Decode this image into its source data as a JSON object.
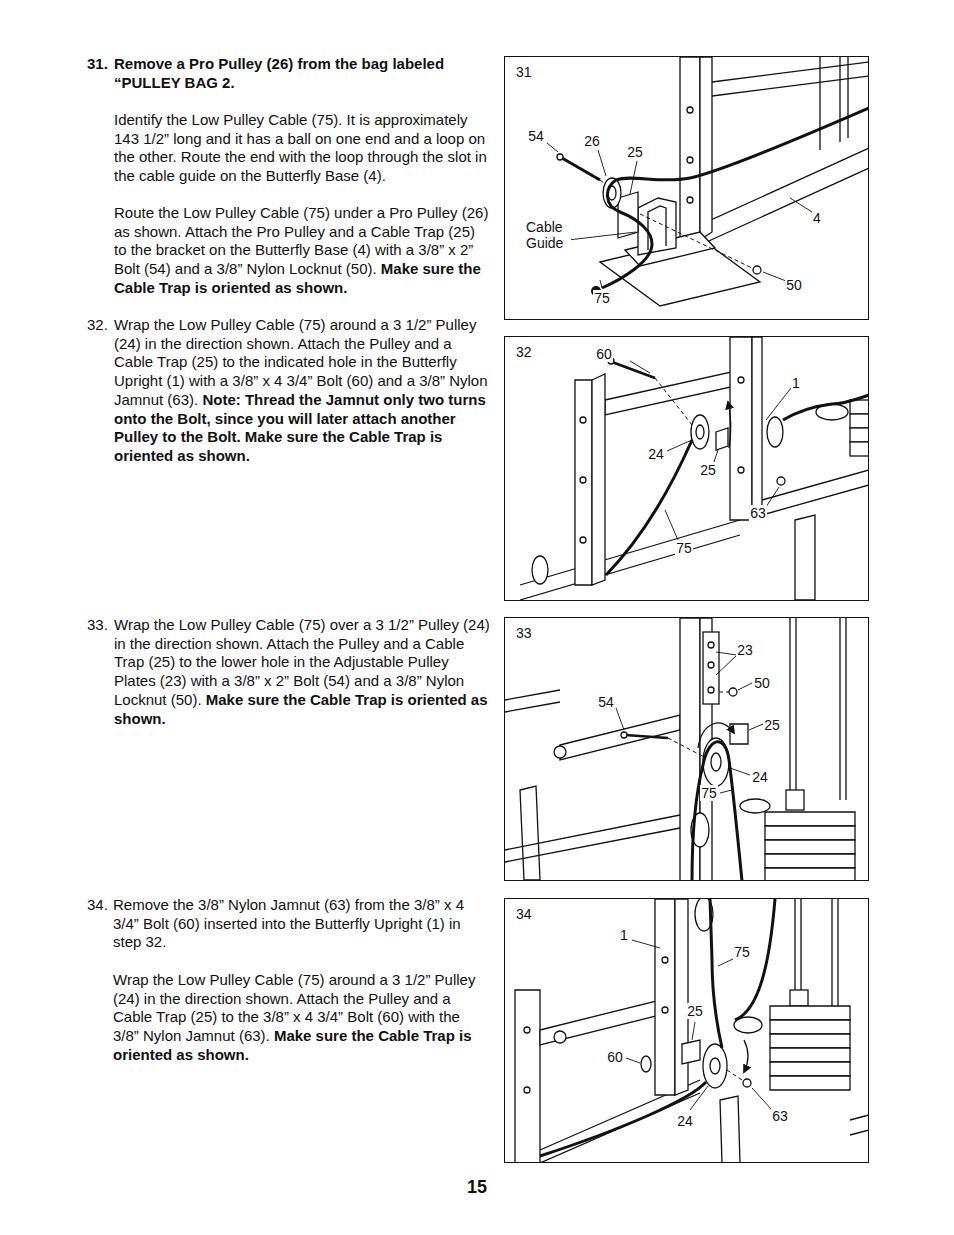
{
  "diagram": {
    "nodes": [
      {
        "text": [
          "31"
        ]
      },
      {
        "text": [
          "32"
        ]
      },
      {
        "text": [
          "33"
        ]
      },
      {
        "text": [
          "34"
        ]
      }
    ],
    "labels": [
      "31.",
      "Remove a Pro Pulley (26) from the bag labeled “PULLEY BAG 2.",
      "Identify the Low Pulley Cable (75). It is approximately 143 1/2” long and it has a ball on one end and a loop on the other. Route the end with the loop through the slot in the cable guide on the Butterfly Base (4).",
      "Route the Low Pulley Cable (75) under a Pro Pulley (26) as shown. Attach the Pro Pulley and a Cable Trap (25) to the bracket on the Butterfly Base (4) with a 3/8” x 2” Bolt (54) and a 3/8” Nylon Locknut (50).",
      "Make sure the Cable Trap is oriented as shown.",
      "32.",
      "Wrap the Low Pulley Cable (75) around a 3 1/2” Pulley (24) in the direction shown. Attach the Pulley and a Cable Trap (25) to the indicated hole in the Butterfly Upright (1) with a 3/8” x 4 3/4” Bolt (60) and a 3/8” Nylon Jamnut (63).",
      "Note: Thread the Jamnut only two turns onto the Bolt, since you will later attach another Pulley to the Bolt. Make sure the Cable Trap is oriented as shown.",
      "33.",
      "Wrap the Low Pulley Cable (75) over a 3 1/2” Pulley (24) in the direction shown. Attach the Pulley and a Cable Trap (25) to the lower hole in the Adjustable Pulley Plates (23) with a 3/8” x 2” Bolt (54) and a 3/8” Nylon Locknut (50).",
      "Make sure the Cable Trap is oriented as shown.",
      "34.",
      "Remove the 3/8” Nylon Jamnut (63) from the 3/8” x 4 3/4” Bolt (60) inserted into the Butterfly Upright (1) in step 32.",
      "Wrap the Low Pulley Cable (75) around a 3 1/2” Pulley (24) in the direction shown. Attach the Pulley and a Cable Trap (25) to the 3/8” x 4 3/4” Bolt (60) with the 3/8” Nylon Jamnut (63).",
      "Make sure the Cable Trap is oriented as shown.",
      "15",
      "54",
      "26",
      "25",
      "4",
      "Cable Guide",
      "75",
      "50",
      "60",
      "1",
      "24",
      "25",
      "63",
      "75",
      "23",
      "50",
      "54",
      "25",
      "24",
      "75",
      "1",
      "75",
      "25",
      "60",
      "63",
      "24"
    ]
  }
}
